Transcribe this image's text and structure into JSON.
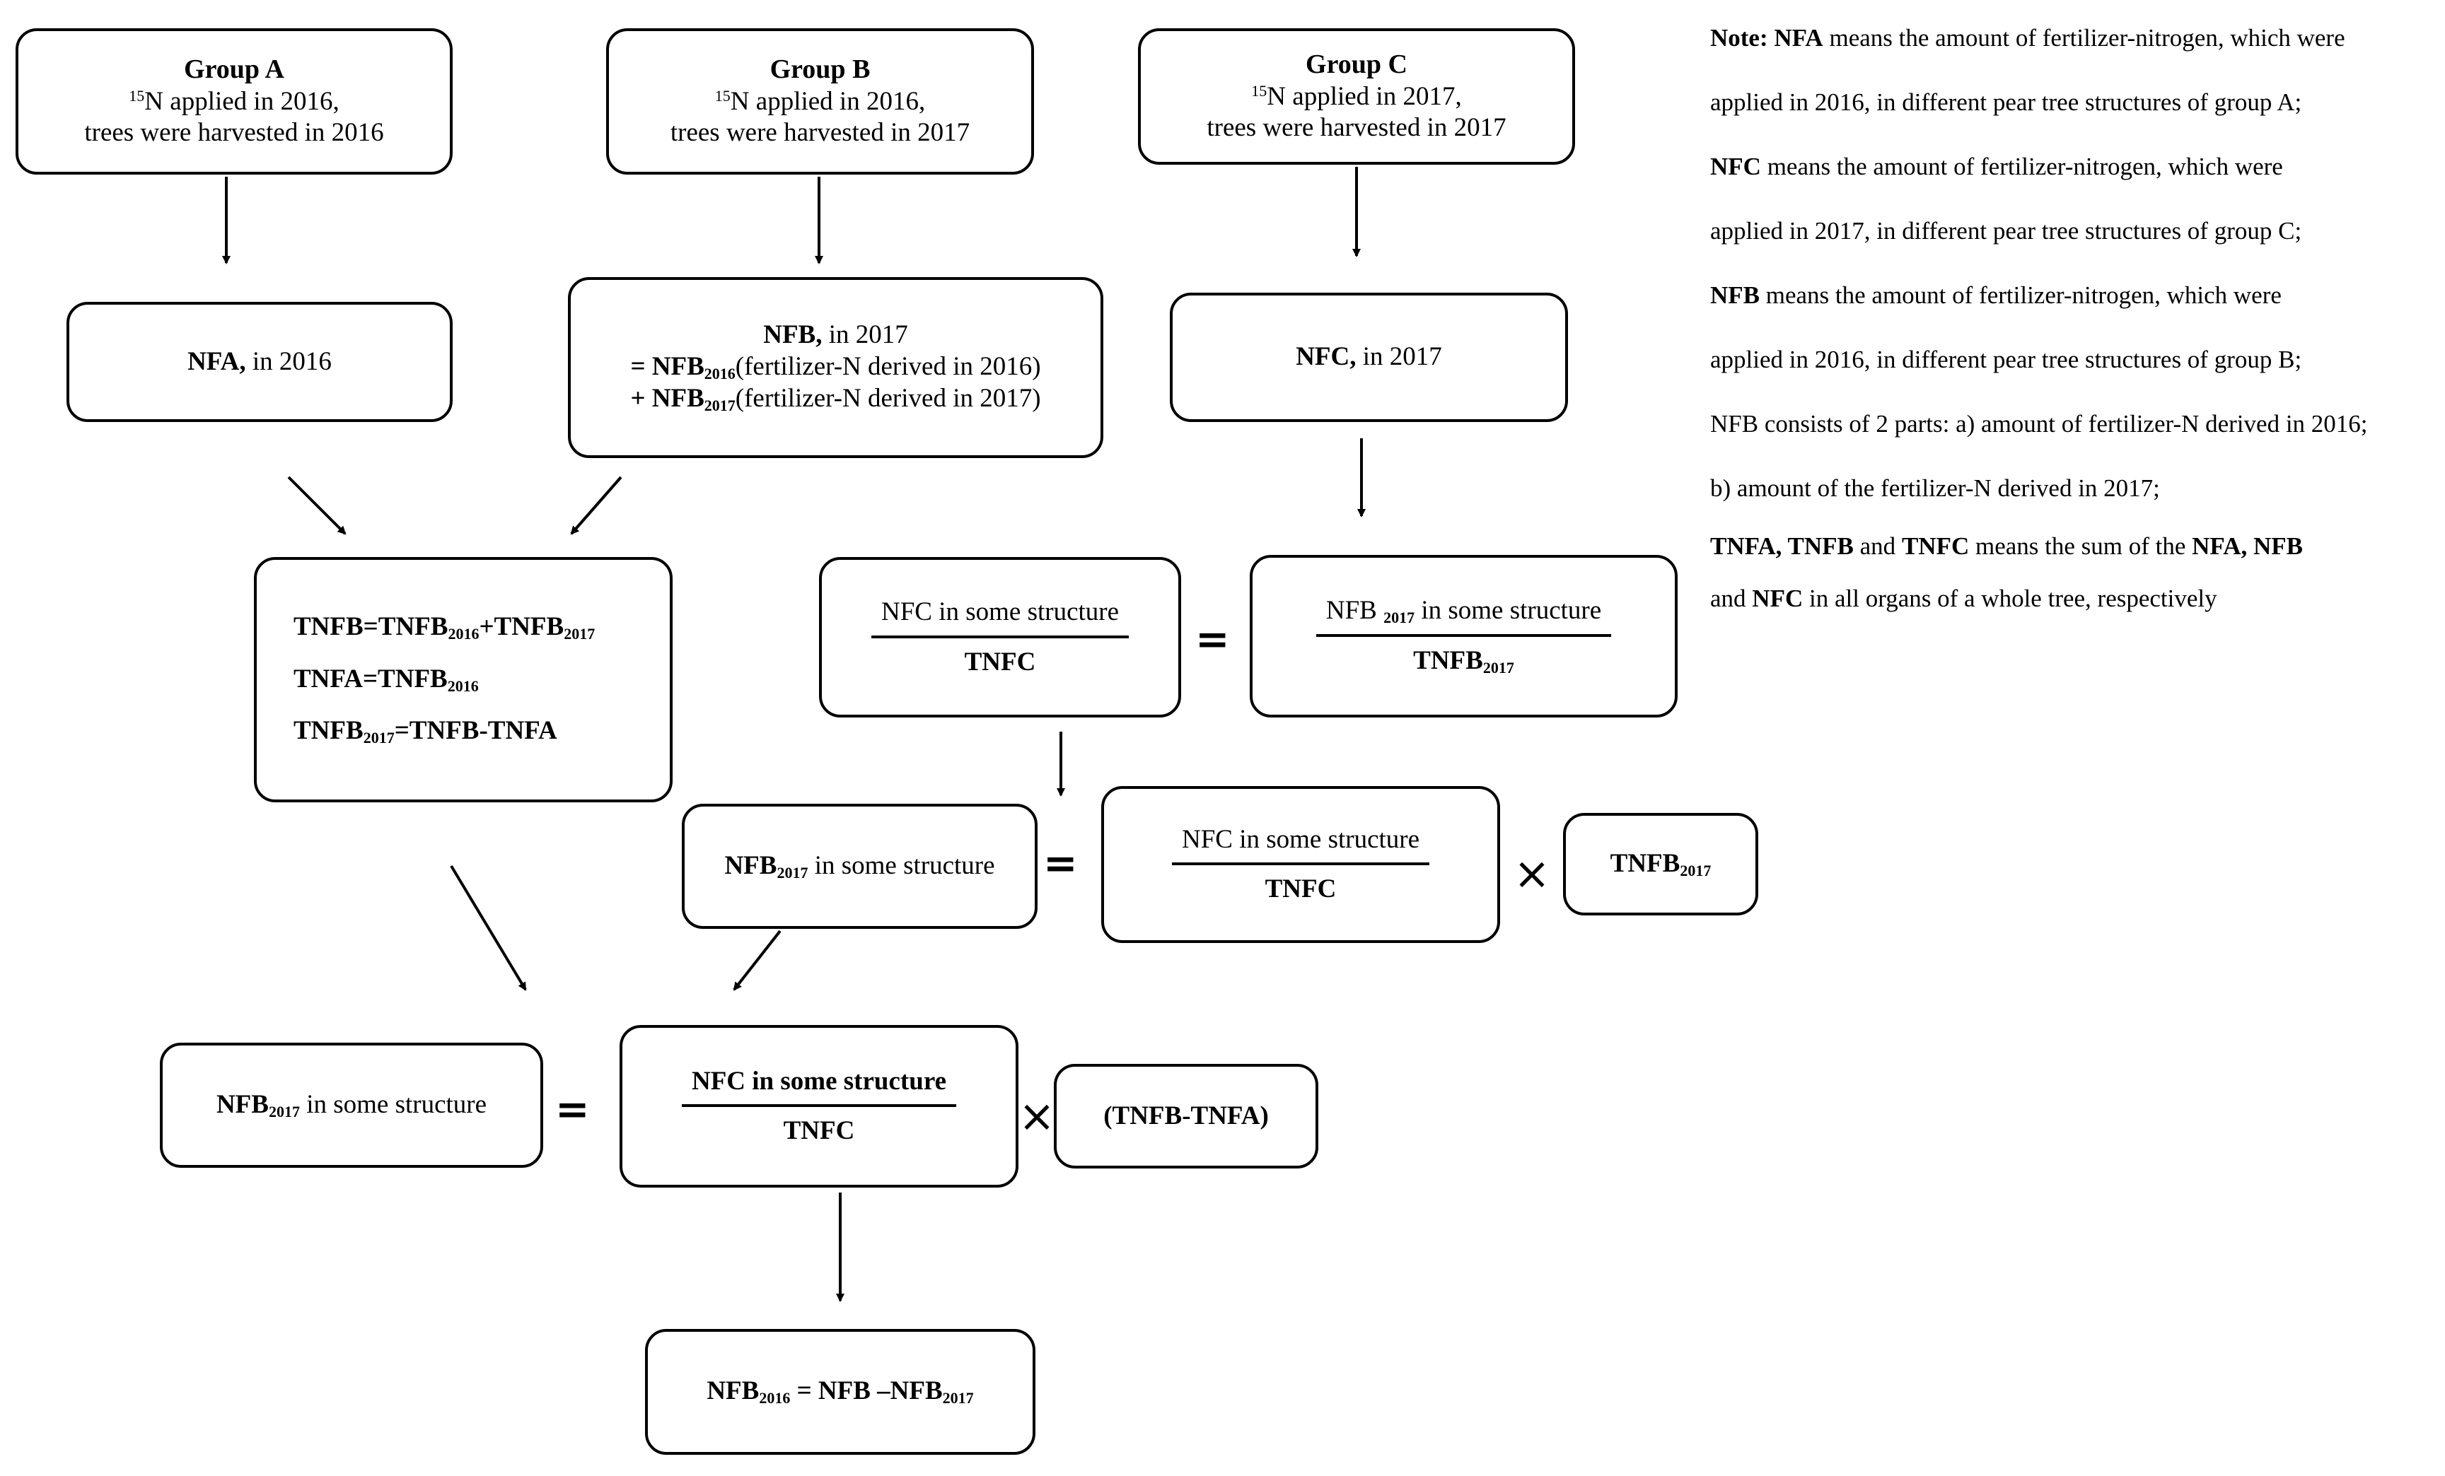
{
  "groups": {
    "a": {
      "title": "Group  A",
      "iso": "15",
      "line1": "N applied in 2016,",
      "line2": "trees were harvested in 2016"
    },
    "b": {
      "title": "Group  B",
      "iso": "15",
      "line1": "N applied in 2016,",
      "line2": "trees were harvested in 2017"
    },
    "c": {
      "title": "Group  C",
      "iso": "15",
      "line1": "N applied in 2017,",
      "line2": "trees were harvested in 2017"
    }
  },
  "nfa_box": {
    "bold": "NFA,",
    "rest": " in 2016"
  },
  "nfb_box": {
    "bold": "NFB,",
    "rest": " in 2017",
    "l2_prefix": "= NFB",
    "l2_sub": "2016",
    "l2_rest": "(fertilizer-N  derived in 2016)",
    "l3_prefix": "+ NFB",
    "l3_sub": "2017",
    "l3_rest": "(fertilizer-N  derived in 2017)"
  },
  "nfc_box": {
    "bold": "NFC,",
    "rest": " in 2017"
  },
  "tn_box": {
    "r1a": "TNFB=TNFB",
    "r1s1": "2016",
    "r1b": "+TNFB",
    "r1s2": "2017",
    "r2a": "TNFA=TNFB",
    "r2s": "2016",
    "r3a": "TNFB",
    "r3s": "2017",
    "r3b": "=TNFB-TNFA"
  },
  "ratio_row": {
    "left_num": "NFC in some structure",
    "left_den": "TNFC",
    "eq": "=",
    "right_num_a": "NFB ",
    "right_num_sub": "2017",
    "right_num_b": "  in some structure",
    "right_den_a": "TNFB",
    "right_den_sub": "2017"
  },
  "mid_row": {
    "left_a": "NFB",
    "left_sub": "2017",
    "left_b": " in some structure",
    "eq": "=",
    "frac_num": "NFC in some structure",
    "frac_den": "TNFC",
    "times": "×",
    "right_a": "TNFB",
    "right_sub": "2017"
  },
  "final_row": {
    "left_a": "NFB",
    "left_sub": "2017",
    "left_b": " in some structure",
    "eq": "=",
    "frac_num": "NFC in some structure",
    "frac_den": "TNFC",
    "times": "×",
    "right": "(TNFB-TNFA)"
  },
  "result": {
    "a": "NFB",
    "s1": "2016",
    "b": " = NFB –NFB",
    "s2": "2017"
  },
  "note": {
    "l1_bold": "Note: NFA",
    "l1_rest": " means the amount of fertilizer-nitrogen, which were",
    "l2": "applied in 2016, in different pear tree structures of group A;",
    "l3_bold": "NFC",
    "l3_rest": " means the amount of fertilizer-nitrogen, which were",
    "l4": "applied in 2017, in different pear tree structures of group C;",
    "l5_bold": "NFB",
    "l5_rest": " means the amount of fertilizer-nitrogen, which were",
    "l6": "applied in 2016, in different pear tree structures of group B;",
    "l7": "NFB consists of 2 parts: a) amount of fertilizer-N derived in 2016;",
    "l8": "b) amount of the fertilizer-N derived in 2017;",
    "l9_bold": "TNFA, TNFB",
    "l9_mid": " and ",
    "l9_bold2": "TNFC",
    "l9_mid2": " means the sum of the ",
    "l9_bold3": "NFA, NFB",
    "l10_mid": "and ",
    "l10_bold": "NFC",
    "l10_rest": " in all organs of a whole tree, respectively"
  }
}
